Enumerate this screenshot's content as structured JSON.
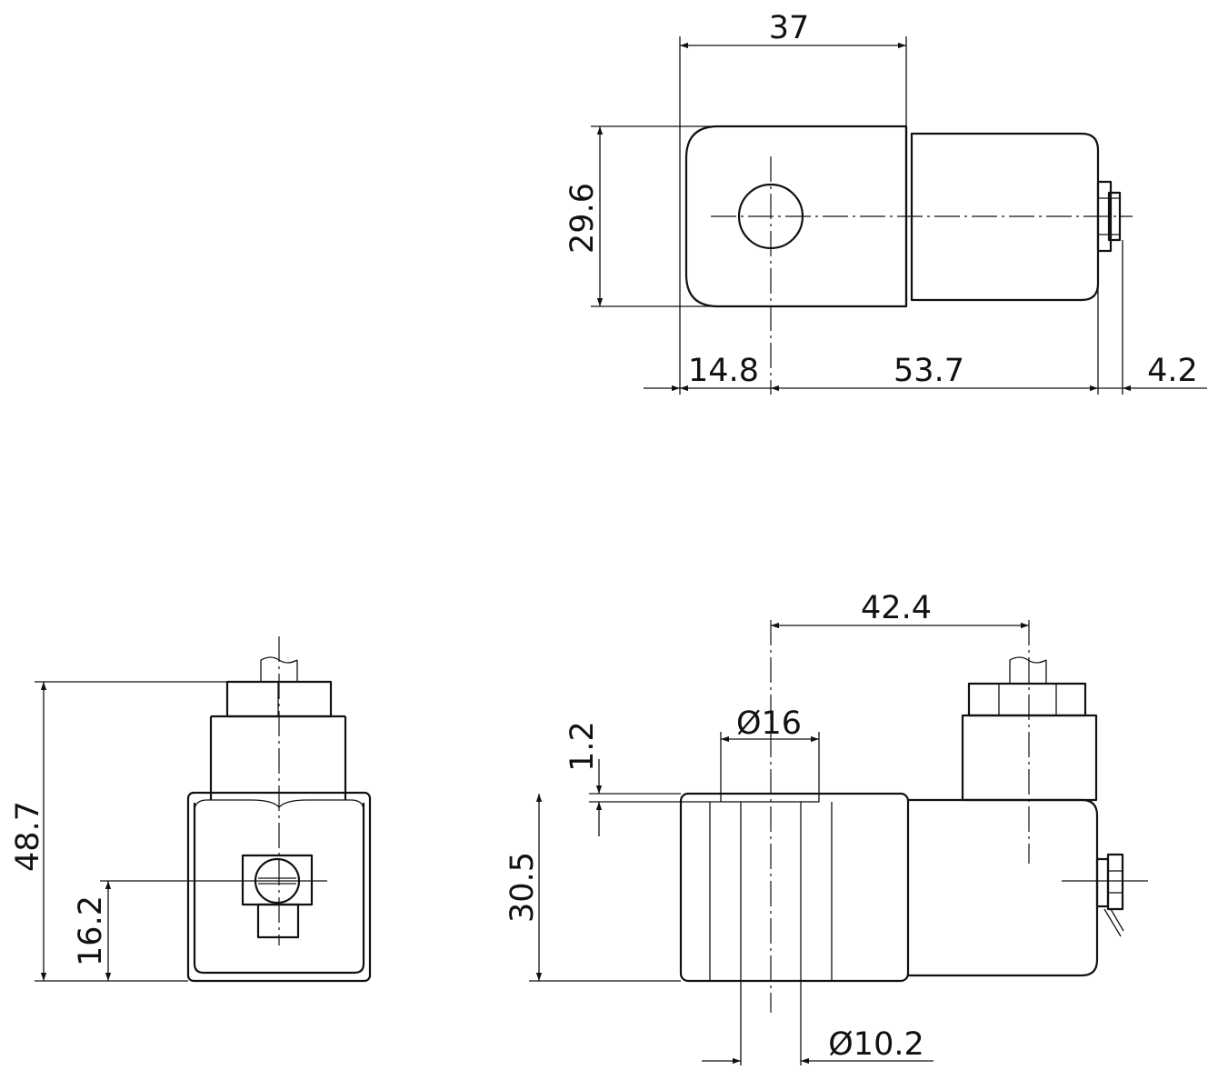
{
  "dimensions": {
    "top_width": "37",
    "top_height": "29.6",
    "top_left_to_center": "14.8",
    "top_center_to_end": "53.7",
    "top_connector": "4.2",
    "side_total_height": "48.7",
    "side_screw_height": "16.2",
    "front_offset": "42.4",
    "front_bore_outer": "Ø16",
    "front_step": "1.2",
    "front_body_height": "30.5",
    "front_bore_inner": "Ø10.2"
  },
  "colors": {
    "line": "#111111",
    "background": "#ffffff"
  }
}
